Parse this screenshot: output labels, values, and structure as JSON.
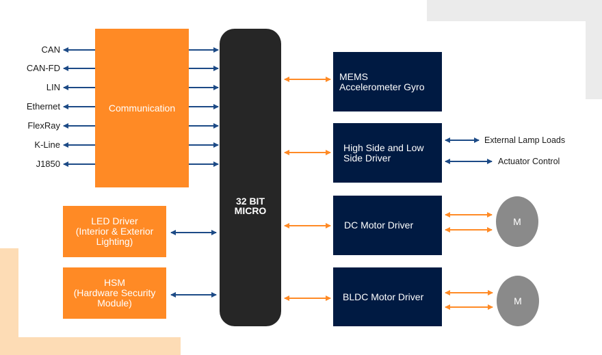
{
  "colors": {
    "communication_orange": "#ff8a25",
    "driver_navy": "#001a42",
    "micro_dark": "#262626",
    "bus_arrow_blue": "#1c4a86",
    "peripheral_arrow_orange": "#ff8a25",
    "motor_gray": "#8a8a8a",
    "deco_gray": "#ebebeb",
    "deco_peach": "#fddcb5"
  },
  "protocols": [
    "CAN",
    "CAN-FD",
    "LIN",
    "Ethernet",
    "FlexRay",
    "K-Line",
    "J1850"
  ],
  "communication": {
    "label": "Communication"
  },
  "led_driver": {
    "line1": "LED Driver",
    "line2": "(Interior & Exterior",
    "line3": "Lighting)"
  },
  "hsm": {
    "line1": "HSM",
    "line2": "(Hardware Security",
    "line3": "Module)"
  },
  "micro": {
    "line1": "32 BIT",
    "line2": "MICRO"
  },
  "mems": {
    "line1": "MEMS",
    "line2": "Accelerometer Gyro"
  },
  "high_low_driver": {
    "line1": "High Side and Low",
    "line2": "Side Driver"
  },
  "dc_motor_driver": {
    "label": "DC Motor Driver"
  },
  "bldc_motor_driver": {
    "label": "BLDC Motor Driver"
  },
  "external_outputs": [
    "External Lamp Loads",
    "Actuator Control"
  ],
  "motors": [
    {
      "label": "M"
    },
    {
      "label": "M"
    }
  ]
}
